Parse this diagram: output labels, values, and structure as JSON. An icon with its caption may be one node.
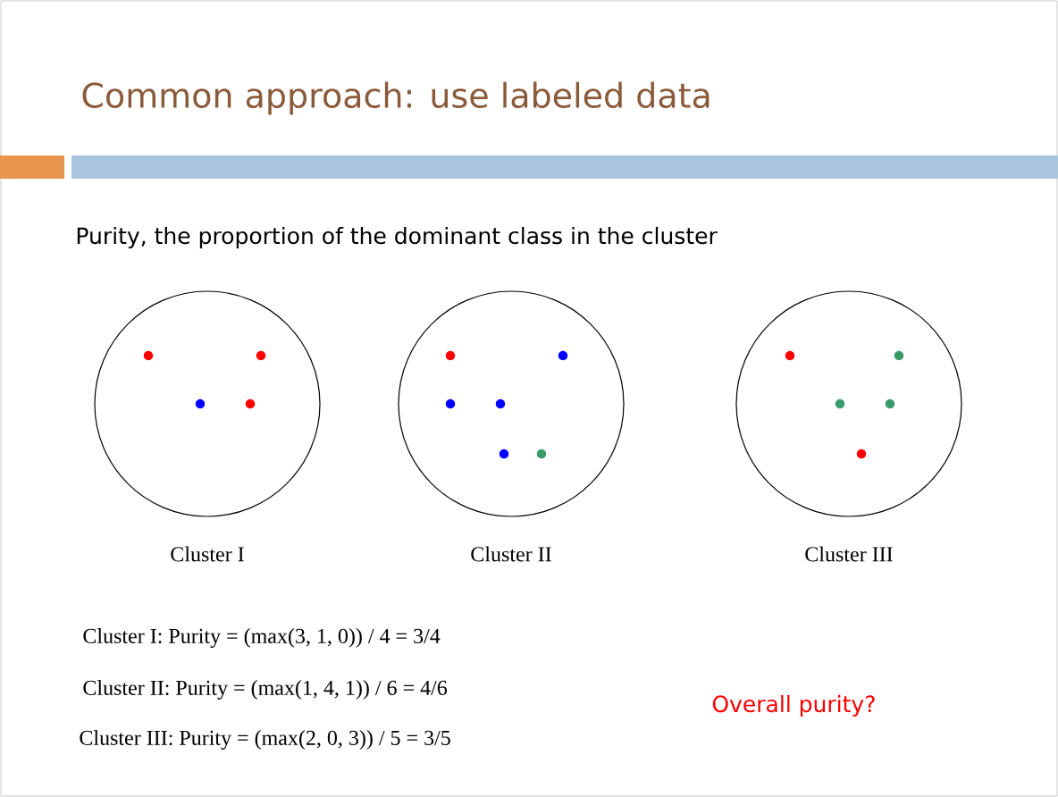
{
  "diagram": {
    "title": "Common approach: use labeled data",
    "nodes": [
      {
        "text": [],
        "shape": "circle",
        "beside": [
          "Cluster I"
        ]
      },
      {
        "text": [],
        "shape": "circle",
        "beside": [
          "Cluster II"
        ]
      },
      {
        "text": [],
        "shape": "circle",
        "beside": [
          "Cluster III"
        ]
      }
    ],
    "edges": [],
    "labels": [
      "**Purity**, the proportion of the dominant class in the cluster",
      "Cluster I: Purity = (max(3, 1, 0)) / 4 = 3/4",
      "Cluster II: Purity = (max(1, 4, 1)) / 6 = 4/6",
      "Cluster III: Purity = (max(2, 0, 3)) / 5 = 3/5",
      "Overall purity?"
    ]
  }
}
